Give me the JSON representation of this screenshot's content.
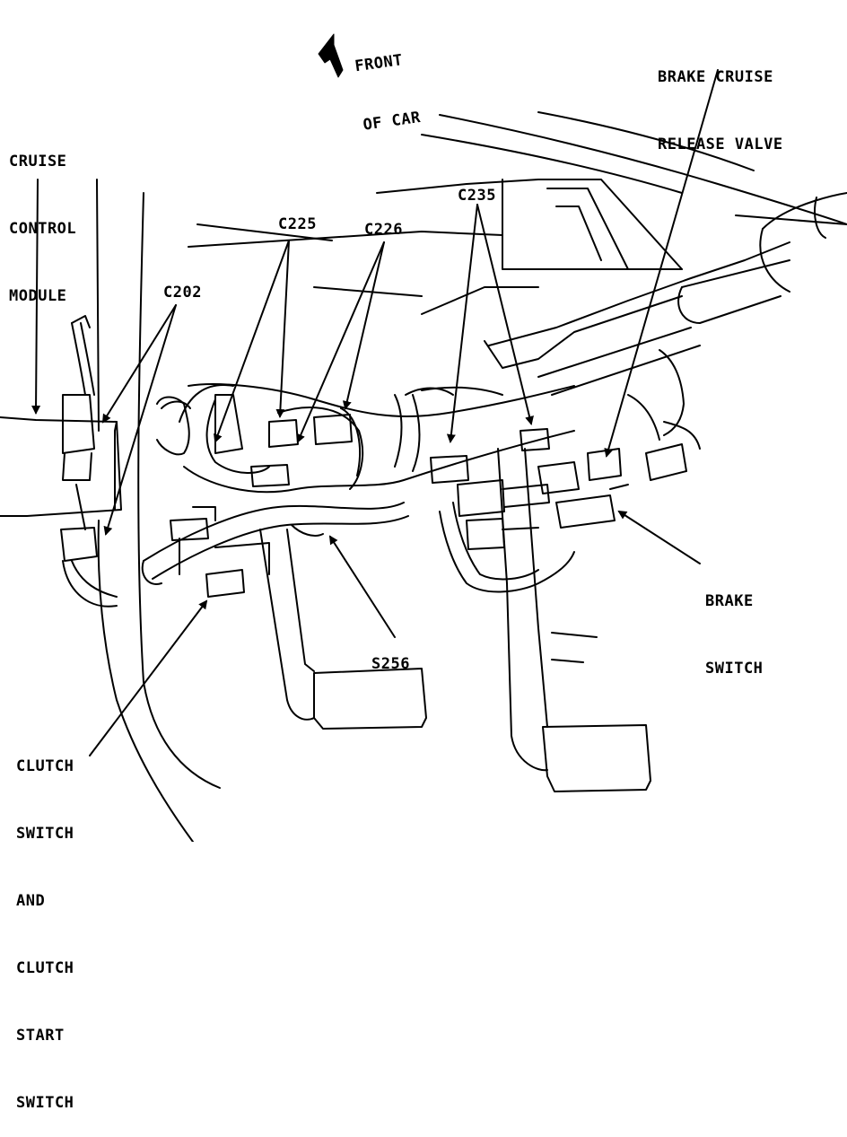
{
  "labels": {
    "front_of_car": [
      "FRONT",
      "OF CAR"
    ],
    "brake_cruise_release_valve": [
      "BRAKE CRUISE",
      "RELEASE VALVE"
    ],
    "cruise_control_module": [
      "CRUISE",
      "CONTROL",
      "MODULE"
    ],
    "c202": "C202",
    "c225": "C225",
    "c226": "C226",
    "c235": "C235",
    "brake_switch": [
      "BRAKE",
      "SWITCH"
    ],
    "s256": "S256",
    "clutch_switch": [
      "CLUTCH",
      "SWITCH",
      "AND",
      "CLUTCH",
      "START",
      "SWITCH"
    ]
  },
  "colors": {
    "ink": "#000000",
    "paper": "#ffffff"
  }
}
